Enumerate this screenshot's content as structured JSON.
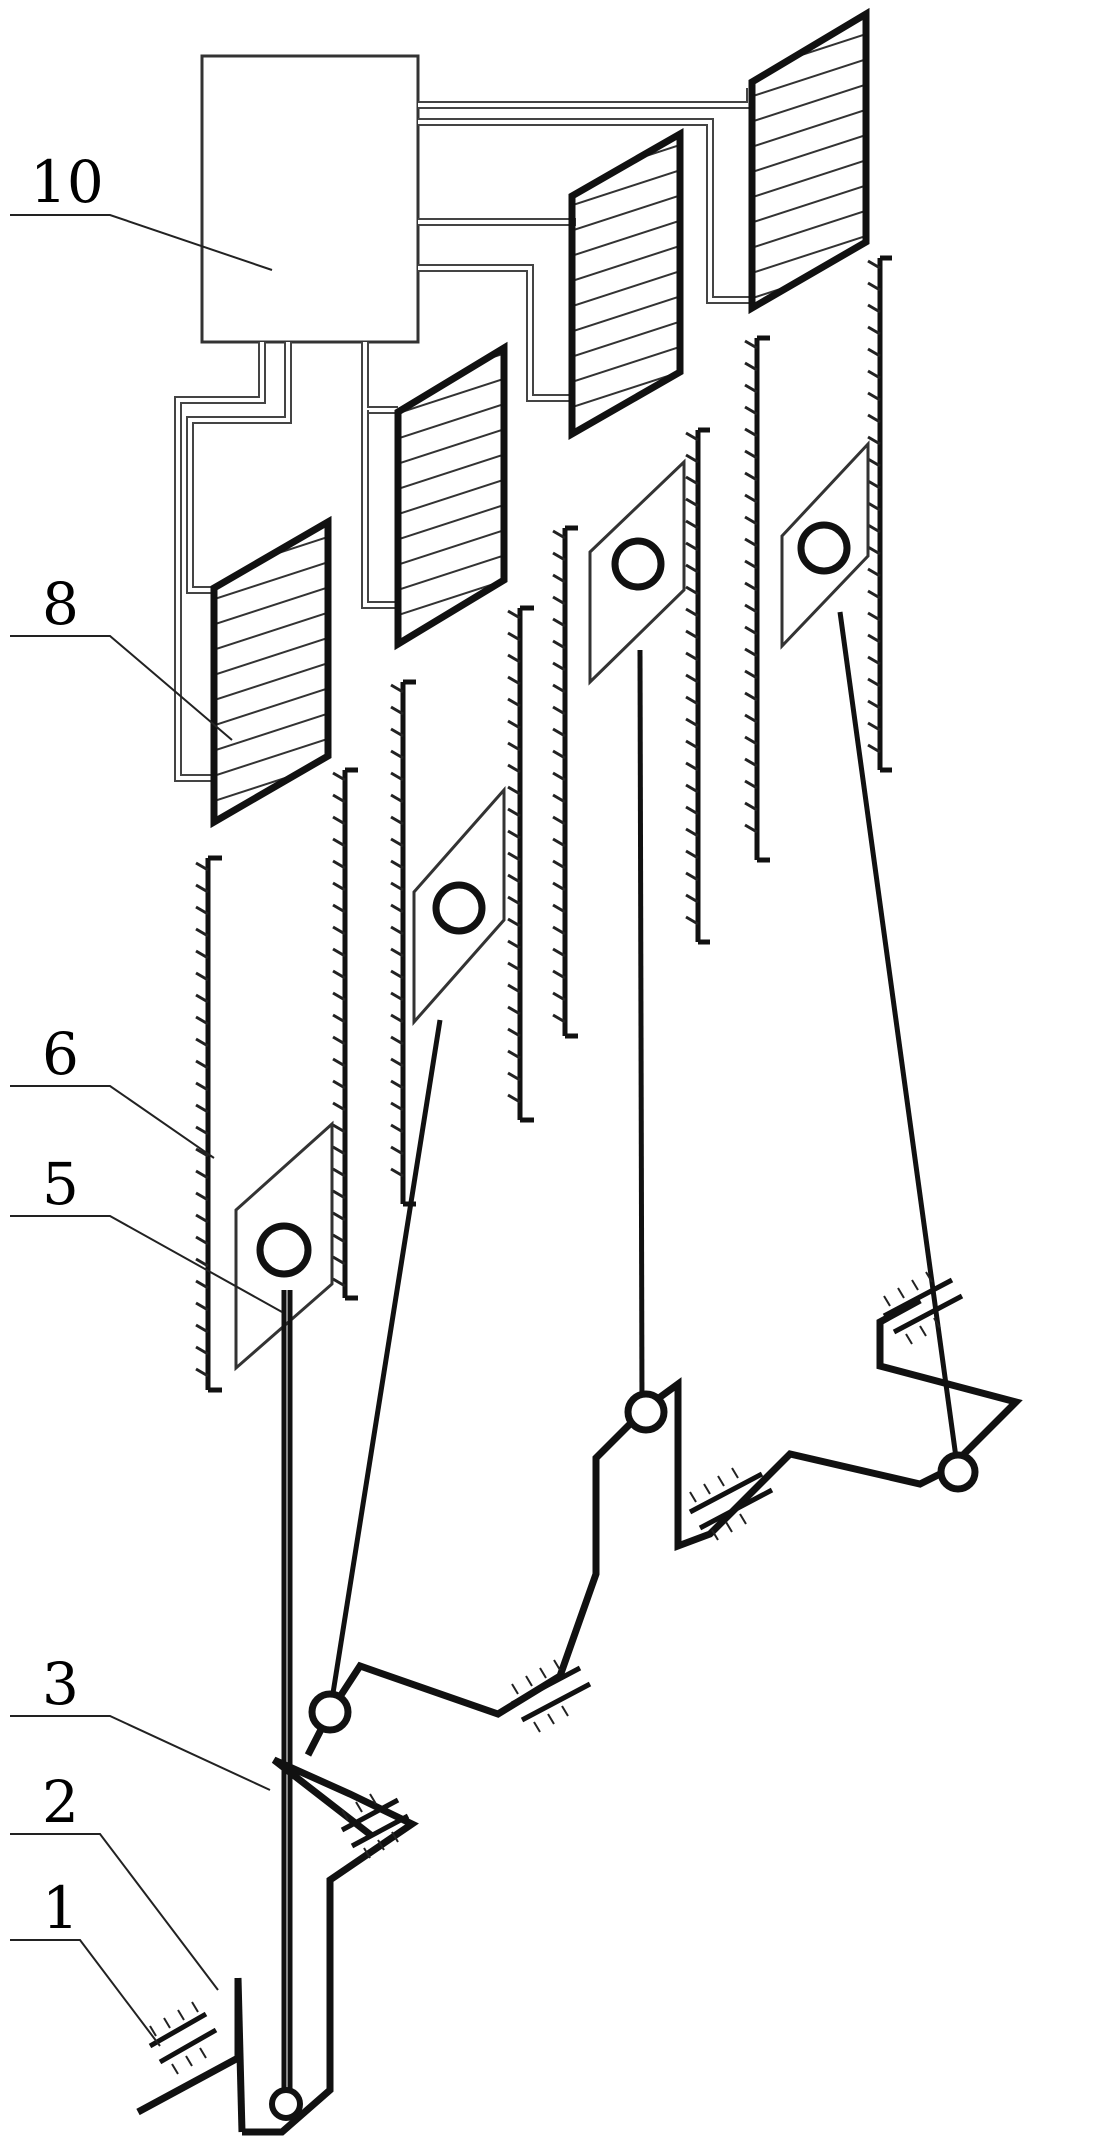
{
  "labels": {
    "l10": "10",
    "l8": "8",
    "l6": "6",
    "l5": "5",
    "l3": "3",
    "l2": "2",
    "l1": "1"
  }
}
